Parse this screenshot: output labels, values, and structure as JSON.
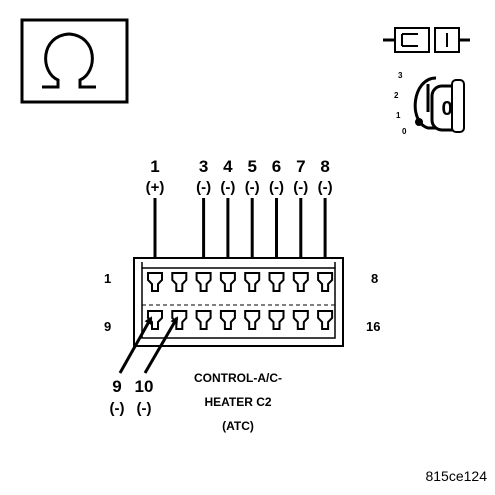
{
  "symbols": {
    "ohm_symbol": "Ω",
    "connector_icon": "connector-icon",
    "ignition_icon": "ignition-key-icon",
    "ignition_positions": [
      "0",
      "1",
      "2",
      "3"
    ],
    "ignition_key_label": "0"
  },
  "probes_top": [
    {
      "pin": "1",
      "polarity": "(+)"
    },
    {
      "pin": "3",
      "polarity": "(-)"
    },
    {
      "pin": "4",
      "polarity": "(-)"
    },
    {
      "pin": "5",
      "polarity": "(-)"
    },
    {
      "pin": "6",
      "polarity": "(-)"
    },
    {
      "pin": "7",
      "polarity": "(-)"
    },
    {
      "pin": "8",
      "polarity": "(-)"
    }
  ],
  "probes_bottom": [
    {
      "pin": "9",
      "polarity": "(-)"
    },
    {
      "pin": "10",
      "polarity": "(-)"
    }
  ],
  "connector": {
    "row1_start": "1",
    "row1_end": "8",
    "row2_start": "9",
    "row2_end": "16",
    "title_line1": "CONTROL-A/C-",
    "title_line2": "HEATER C2",
    "title_line3": "(ATC)"
  },
  "figure_id": "815ce124"
}
